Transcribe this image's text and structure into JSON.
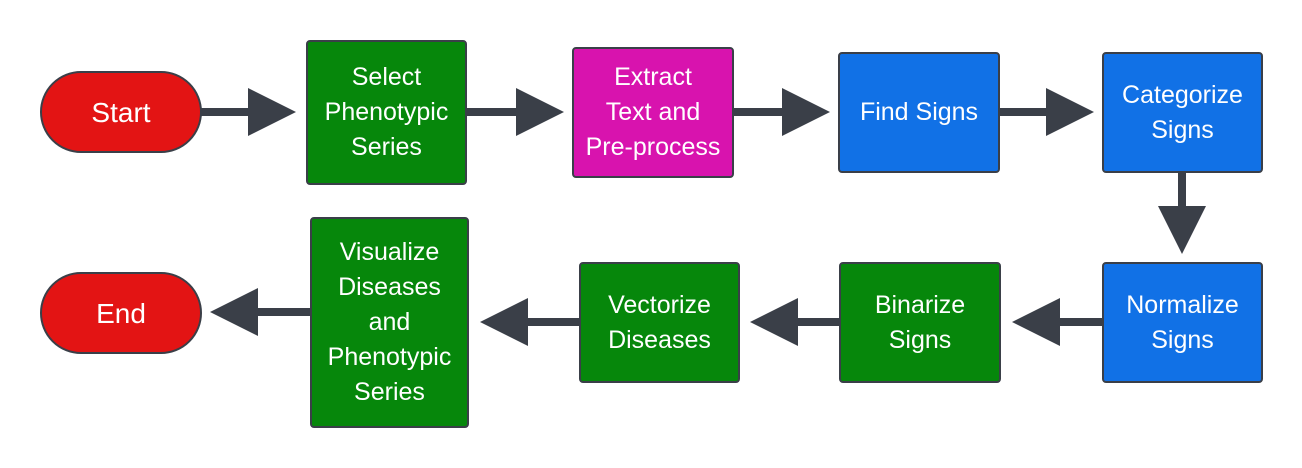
{
  "colors": {
    "terminal": "#e31414",
    "green_step": "#06870b",
    "magenta_step": "#d813ae",
    "blue_step": "#1171e6",
    "border": "#3a3f48",
    "arrow": "#3a3f48",
    "text": "#ffffff"
  },
  "nodes": {
    "start": "Start",
    "select_series": "Select\nPhenotypic\nSeries",
    "extract_text": "Extract\nText and\nPre-process",
    "find_signs": "Find Signs",
    "categorize_signs": "Categorize\nSigns",
    "normalize_signs": "Normalize\nSigns",
    "binarize_signs": "Binarize\nSigns",
    "vectorize_diseases": "Vectorize\nDiseases",
    "visualize": "Visualize\nDiseases\nand\nPhenotypic\nSeries",
    "end": "End"
  }
}
